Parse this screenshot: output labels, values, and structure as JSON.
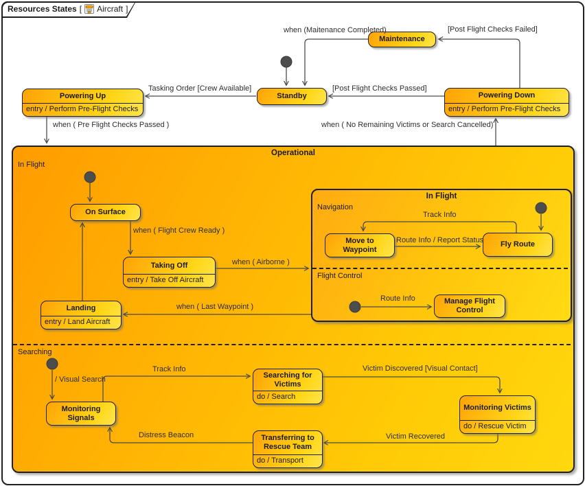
{
  "header": {
    "title": "Resources States",
    "context": "[",
    "diagram_name": "Aircraft",
    "context_close": "]",
    "icon": "state-machine-diagram-icon"
  },
  "colors": {
    "state_orange": "#ffa307",
    "state_yellow": "#ffe44e",
    "composite_orange": "#ff9c00",
    "composite_yellow": "#ffd80e",
    "line_gray": "#4a4a4a",
    "initial_dot": "#4d4d4d",
    "border_black": "#1f1f1f"
  },
  "states": {
    "maintenance": {
      "name": "Maintenance"
    },
    "standby": {
      "name": "Standby"
    },
    "powering_up": {
      "name": "Powering Up",
      "activity": "entry / Perform Pre-Flight Checks"
    },
    "powering_down": {
      "name": "Powering Down",
      "activity": "entry / Perform Pre-Flight Checks"
    },
    "operational": {
      "name": "Operational",
      "region_in_flight": "In Flight",
      "region_searching": "Searching"
    },
    "on_surface": {
      "name": "On Surface"
    },
    "taking_off": {
      "name": "Taking Off",
      "activity": "entry / Take Off Aircraft"
    },
    "landing": {
      "name": "Landing",
      "activity": "entry / Land Aircraft"
    },
    "in_flight_composite": {
      "name": "In Flight",
      "region_navigation": "Navigation",
      "region_flight_control": "Flight Control"
    },
    "move_to_waypoint": {
      "name": "Move to Waypoint"
    },
    "fly_route": {
      "name": "Fly Route"
    },
    "manage_flight_control": {
      "name": "Manage Flight Control"
    },
    "monitoring_signals": {
      "name": "Monitoring Signals"
    },
    "searching_for_victims": {
      "name": "Searching for Victims",
      "activity": "do / Search"
    },
    "monitoring_victims": {
      "name": "Monitoring Victims",
      "activity": "do / Rescue Victim"
    },
    "transferring_to_rescue_team": {
      "name": "Transferring to Rescue Team",
      "activity": "do / Transport"
    }
  },
  "transitions": {
    "maintenance_completed": "when (Maitenance Completed)",
    "post_flight_checks_failed": "[Post Flight Checks Failed]",
    "tasking_order": "Tasking Order [Crew Available]",
    "post_flight_checks_passed": "[Post Flight Checks Passed]",
    "pre_flight_checks_passed": "when ( Pre Flight Checks Passed )",
    "no_remaining_victims": "when ( No Remaining Victims or Search Cancelled)",
    "flight_crew_ready": "when ( Flight Crew Ready )",
    "airborne": "when ( Airborne )",
    "last_waypoint": "when ( Last Waypoint )",
    "track_info_navigation": "Track Info",
    "route_info_report_status": "Route Info / Report Status",
    "route_info": "Route Info",
    "visual_search": "/ Visual Search",
    "track_info_searching": "Track Info",
    "victim_discovered": "Victim Discovered [Visual Contact]",
    "victim_recovered": "Victim Recovered",
    "distress_beacon": "Distress Beacon"
  }
}
